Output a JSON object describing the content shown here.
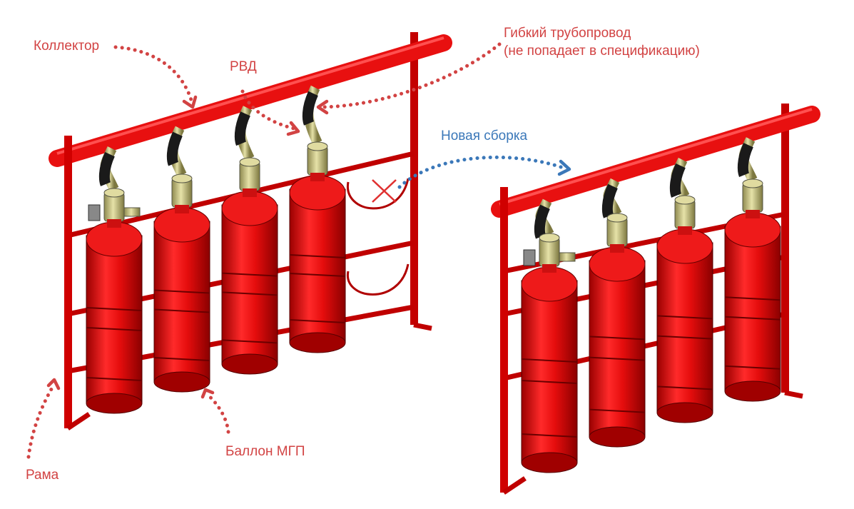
{
  "labels": {
    "collector": "Коллектор",
    "hose": "РВД",
    "flex_pipe_line1": "Гибкий трубопровод",
    "flex_pipe_line2": "(не попадает в спецификацию)",
    "new_assembly": "Новая сборка",
    "cylinder": "Баллон МГП",
    "frame": "Рама"
  },
  "colors": {
    "label_red": "#d24343",
    "label_blue": "#3b78b9",
    "cylinder_red": "#e01010",
    "valve_brass": "#c9c48a",
    "removed_mark": "#e03030"
  }
}
